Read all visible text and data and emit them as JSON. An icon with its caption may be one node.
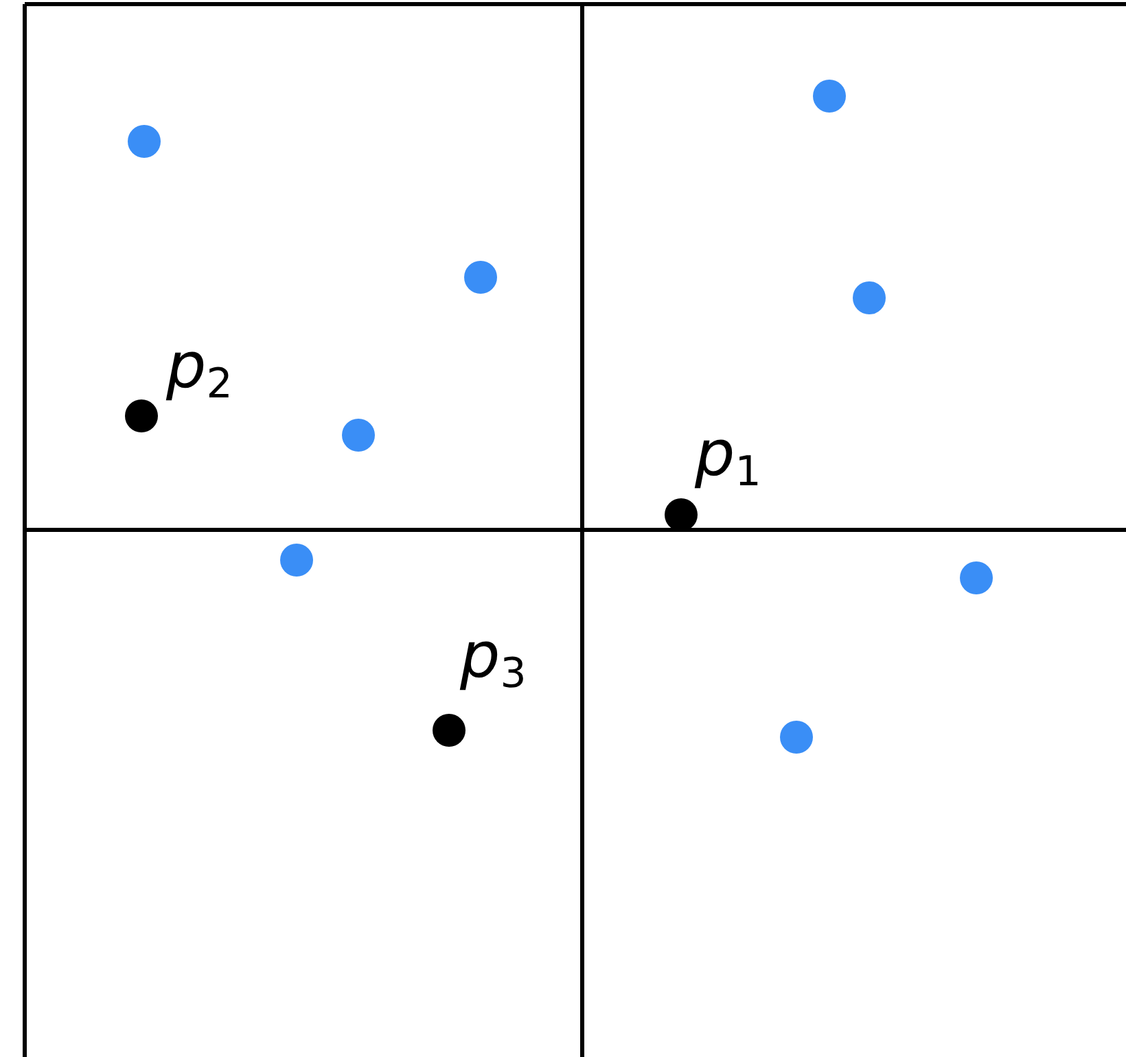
{
  "diagram": {
    "labels": [
      "*p*$_{2}$",
      "*p*$_{1}$",
      "*p*$_{3}$"
    ]
  }
}
